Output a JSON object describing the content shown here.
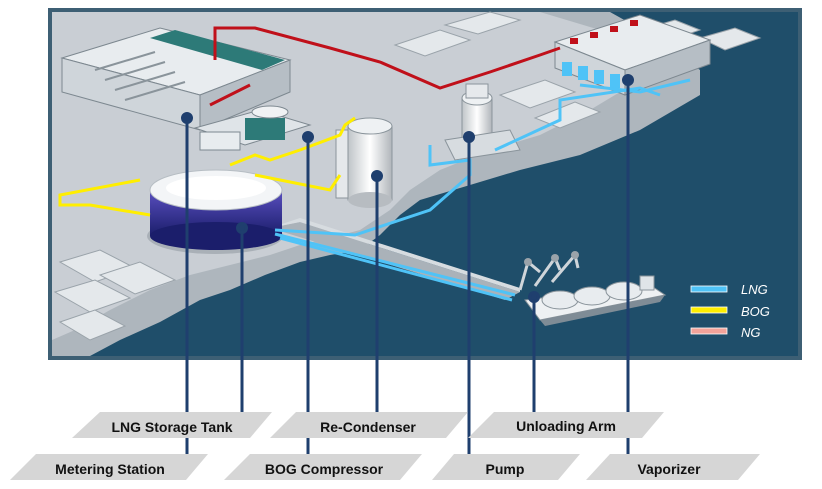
{
  "legend": [
    {
      "label": "LNG",
      "color": "#4fc3f7"
    },
    {
      "label": "BOG",
      "color": "#ffee00"
    },
    {
      "label": "NG",
      "color": "#f2a39a"
    }
  ],
  "labels": {
    "lng_storage_tank": "LNG Storage Tank",
    "re_condenser": "Re-Condenser",
    "unloading_arm": "Unloading Arm",
    "metering_station": "Metering Station",
    "bog_compressor": "BOG Compressor",
    "pump": "Pump",
    "vaporizer": "Vaporizer"
  },
  "colors": {
    "sea": "#1f4e6a",
    "land": "#c9ced4",
    "pipe_lng": "#4fc3f7",
    "pipe_bog": "#ffee00",
    "pipe_ng": "#c0101a",
    "leader": "#1f3f6e",
    "label_plate": "#d6d6d6"
  }
}
